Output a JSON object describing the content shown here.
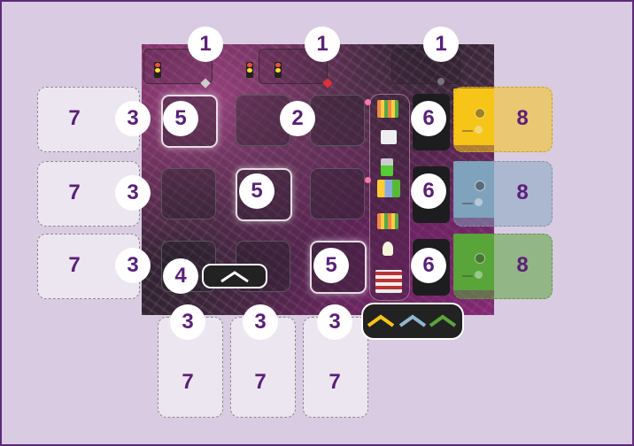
{
  "callouts": {
    "row_top": [
      "1",
      "1",
      "1"
    ],
    "board_grid": [
      "5",
      "2",
      "5",
      "5"
    ],
    "arrow_marker": "4",
    "side_slots": [
      "6",
      "6",
      "6"
    ],
    "left_inputs": [
      "3",
      "3",
      "3"
    ],
    "bottom_inputs": [
      "3",
      "3",
      "3"
    ],
    "left_cards": [
      "7",
      "7",
      "7"
    ],
    "bottom_cards": [
      "7",
      "7",
      "7"
    ],
    "right_cards": [
      "8",
      "8",
      "8"
    ]
  },
  "colors": {
    "callout_text": "#5b1f7a",
    "frame_bg": "#d9cbe2",
    "frame_border": "#5c2a7a",
    "track_yellow": "#f5c518",
    "track_blue": "#7fa3bd",
    "track_green": "#5aa53a"
  },
  "icons": [
    "traffic-light-icon",
    "up-chevron-icon",
    "arrow-chevron-icon"
  ]
}
